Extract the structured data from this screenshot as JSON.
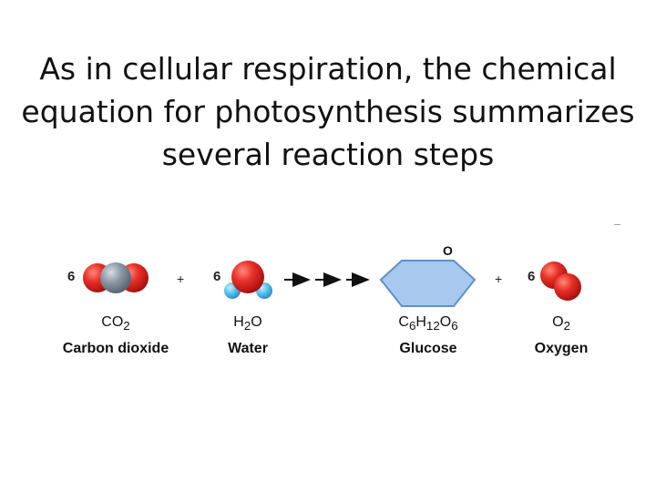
{
  "slide": {
    "title_lines": [
      "As in cellular respiration, the chemical",
      "equation for photosynthesis summarizes",
      "several reaction steps"
    ]
  },
  "equation": {
    "reactants": [
      {
        "coefficient": "6",
        "formula": "CO",
        "subscript": "2",
        "name": "Carbon dioxide"
      },
      {
        "coefficient": "6",
        "formula": "H",
        "subscript": "2",
        "formula_tail": "O",
        "name": "Water"
      }
    ],
    "products": [
      {
        "formula_parts": [
          "C",
          "6",
          "H",
          "12",
          "O",
          "6"
        ],
        "name": "Glucose",
        "ring_atom": "O"
      },
      {
        "coefficient": "6",
        "formula": "O",
        "subscript": "2",
        "name": "Oxygen"
      }
    ],
    "plus_sign": "+",
    "colors": {
      "oxygen_atom": "#e8302a",
      "carbon_atom": "#8a96a4",
      "hydrogen_atom": "#5cc3ee",
      "glucose_fill": "#a8c8ee",
      "glucose_stroke": "#5f8fcf"
    }
  }
}
